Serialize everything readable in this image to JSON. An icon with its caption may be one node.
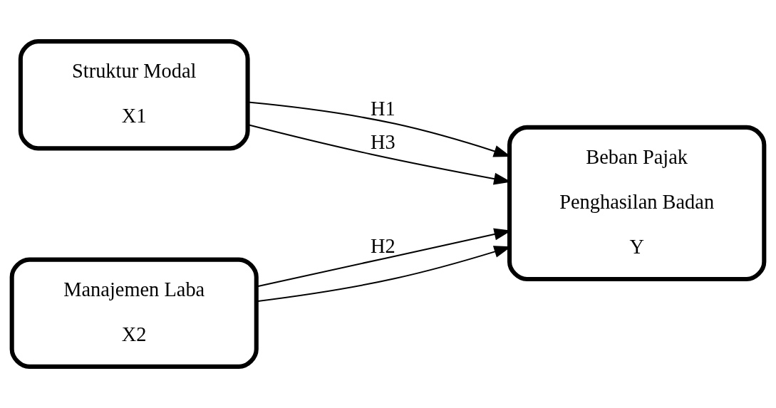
{
  "diagram": {
    "nodes": [
      {
        "text": [
          "Struktur Modal",
          "X1"
        ]
      },
      {
        "text": [
          "Manajemen Laba",
          "X2"
        ]
      },
      {
        "text": [
          "Beban Pajak",
          "Penghasilan Badan",
          "Y"
        ]
      }
    ],
    "edges": [
      {
        "from": 0,
        "to": 2,
        "arrow": "to",
        "label": "H1"
      },
      {
        "from": 1,
        "to": 2,
        "arrow": "to",
        "label": "H2"
      },
      {
        "from": 0,
        "to": 2,
        "arrow": "to",
        "label": "H3"
      },
      {
        "from": 1,
        "to": 2,
        "arrow": "to"
      }
    ]
  }
}
